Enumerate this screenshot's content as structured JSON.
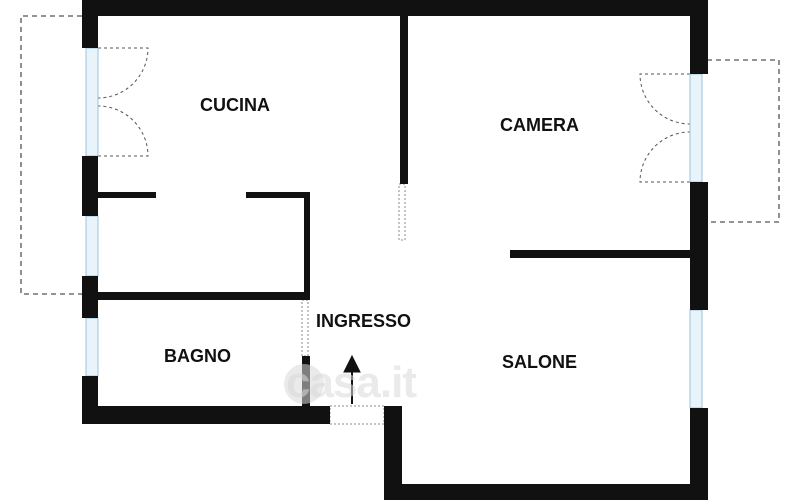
{
  "rooms": {
    "cucina": "CUCINA",
    "camera": "CAMERA",
    "ingresso": "INGRESSO",
    "bagno": "BAGNO",
    "salone": "SALONE"
  },
  "watermark": {
    "text": "casa.it"
  },
  "colors": {
    "wall": "#111111",
    "window": "#bcd7ea",
    "balcony": "#555555"
  }
}
